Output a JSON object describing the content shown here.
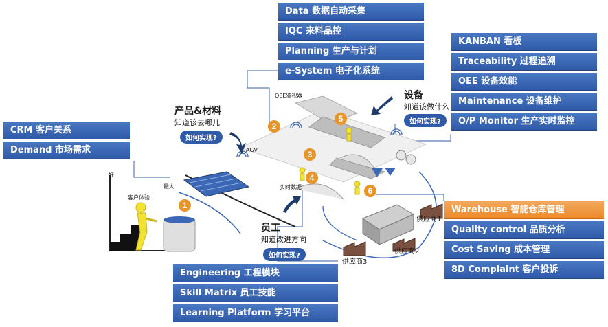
{
  "groups": {
    "data_top": [
      "Data 数据自动采集",
      "IQC 来料品控",
      "Planning 生产与计划",
      "e-System 电子化系统"
    ],
    "right_top": [
      "KANBAN 看板",
      "Traceability 过程追溯",
      "OEE 设备效能",
      "Maintenance 设备维护",
      "O/P Monitor 生产实时监控"
    ],
    "left": [
      "CRM 客户关系",
      "Demand 市场需求"
    ],
    "bottom": [
      "Engineering 工程模块",
      "Skill Matrix 员工技能",
      "Learning Platform 学习平台"
    ],
    "right_bottom": [
      "Warehouse  智能仓库管理",
      "Quality control  品质分析",
      "Cost Saving 成本管理",
      "8D Complaint 客户投诉"
    ]
  },
  "callouts": {
    "product_title": "产品&材料",
    "product_sub": "知道该去哪儿",
    "product_pill": "如何实现?",
    "device_title": "设备",
    "device_sub": "知道该做什么",
    "device_pill": "如何实现?",
    "staff_title": "员工",
    "staff_sub": "知道改进方向",
    "staff_pill": "如何实现?"
  },
  "diagram_labels": {
    "oee_monitor": "OEE监视器",
    "agv": "AGV",
    "realtime_data": "实时数据",
    "customer_experience": "客户体验",
    "stair_top": "最大",
    "stair_axis": "好",
    "supplier1": "供应商1",
    "supplier2": "供应商2",
    "supplier3": "供应商3"
  },
  "nodes": [
    "1",
    "2",
    "3",
    "4",
    "5",
    "6"
  ],
  "colors": {
    "box": "#3b67b5",
    "highlight": "#ef9640",
    "node": "#e8952a",
    "arrow": "#1f3b6b"
  }
}
